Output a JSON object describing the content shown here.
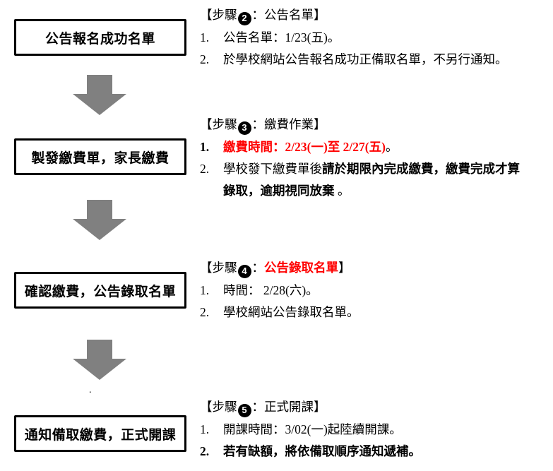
{
  "colors": {
    "highlight_red": "#ff0000",
    "arrow_gray": "#808080",
    "box_border": "#000000"
  },
  "step_wrap": {
    "prefix": "【步驟",
    "separator": "：",
    "suffix": "】"
  },
  "stray_mark": ".",
  "steps": [
    {
      "box_label": "公告報名成功名單",
      "step_number": "2",
      "header_label": [
        {
          "text": "公告名單"
        }
      ],
      "items": [
        {
          "num": "1.",
          "segments": [
            {
              "text": "公告名單：1/23(五)。"
            }
          ]
        },
        {
          "num": "2.",
          "segments": [
            {
              "text": "於學校網站公告報名成功正備取名單，不另行通知。"
            }
          ]
        }
      ]
    },
    {
      "box_label": "製發繳費單，家長繳費",
      "step_number": "3",
      "header_label": [
        {
          "text": "繳費作業"
        }
      ],
      "items": [
        {
          "num": "1.",
          "num_bold": true,
          "segments": [
            {
              "text": "繳費時間：2/23(一)至 2/27(五)",
              "red": true,
              "bold": true
            },
            {
              "text": "。"
            }
          ]
        },
        {
          "num": "2.",
          "segments": [
            {
              "text": "學校發下繳費單後"
            },
            {
              "text": "請於期限內完成繳費，繳費完成才算錄取，逾期視同放棄",
              "bold": true
            },
            {
              "text": " 。"
            }
          ]
        }
      ]
    },
    {
      "box_label": "確認繳費，公告錄取名單",
      "step_number": "4",
      "header_label": [
        {
          "text": "公告錄取名單",
          "red": true,
          "bold": true
        }
      ],
      "items": [
        {
          "num": "1.",
          "segments": [
            {
              "text": "時間： 2/28(六)。"
            }
          ]
        },
        {
          "num": "2.",
          "segments": [
            {
              "text": "學校網站公告錄取名單。"
            }
          ]
        }
      ]
    },
    {
      "box_label": "通知備取繳費，正式開課",
      "step_number": "5",
      "header_label": [
        {
          "text": "正式開課"
        }
      ],
      "items": [
        {
          "num": "1.",
          "segments": [
            {
              "text": "開課時間：3/02(一)起陸續開課。"
            }
          ]
        },
        {
          "num": "2.",
          "num_bold": true,
          "segments": [
            {
              "text": "若有缺額，將依備取順序通知遞補。",
              "bold": true
            }
          ]
        }
      ]
    }
  ]
}
